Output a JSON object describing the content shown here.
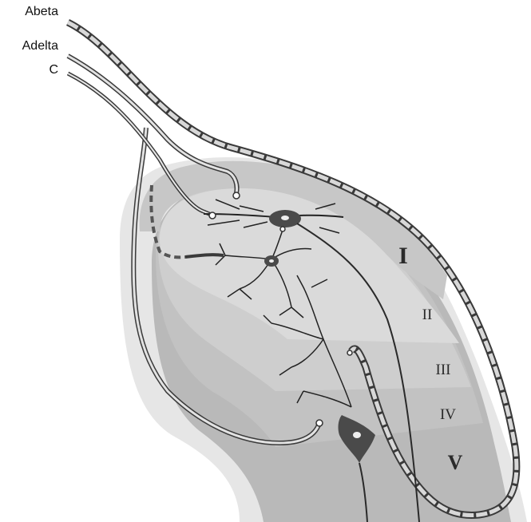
{
  "fibers": {
    "abeta": "Abeta",
    "adelta": "Adelta",
    "c": "C"
  },
  "laminae": {
    "i": "I",
    "ii": "II",
    "iii": "III",
    "iv": "IV",
    "v": "V"
  },
  "colors": {
    "background": "#ffffff",
    "horn_outer": "#dcdcdc",
    "lamina_i": "#c4c4c4",
    "lamina_ii": "#d6d6d6",
    "lamina_iii": "#c9c9c9",
    "lamina_iv": "#bdbdbd",
    "lamina_v": "#b3b3b3",
    "neuron": "#4a4a4a",
    "line": "#3a3a3a"
  }
}
